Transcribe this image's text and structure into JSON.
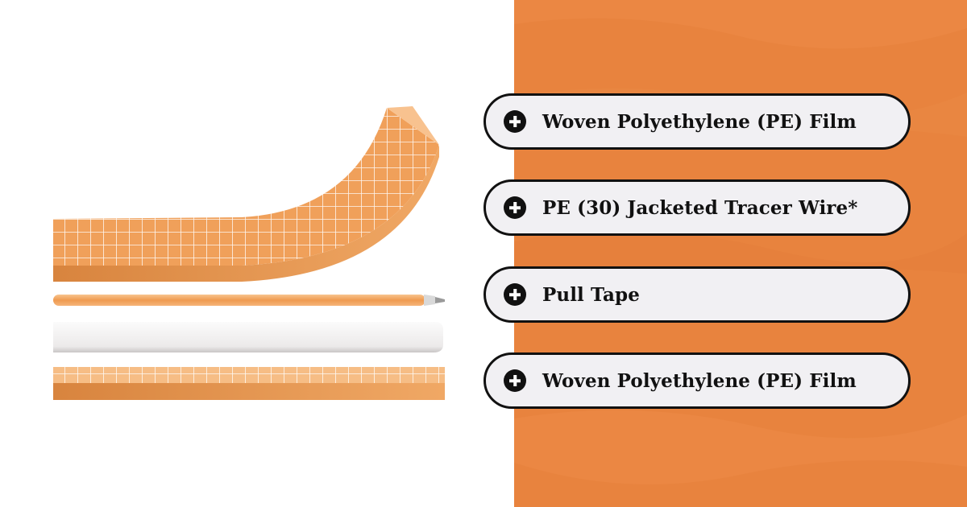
{
  "colors": {
    "accent": "#e8833e",
    "layer_orange": "#ef9a50",
    "layer_orange_dark": "#d98a43",
    "pill_background": "#f1f0f3",
    "pill_border": "#111111"
  },
  "layers": [
    {
      "label": "Woven Polyethylene (PE) Film",
      "icon": "plus-circle-icon"
    },
    {
      "label": "PE (30) Jacketed Tracer Wire*",
      "icon": "plus-circle-icon"
    },
    {
      "label": "Pull Tape",
      "icon": "plus-circle-icon"
    },
    {
      "label": "Woven Polyethylene (PE) Film",
      "icon": "plus-circle-icon"
    }
  ]
}
